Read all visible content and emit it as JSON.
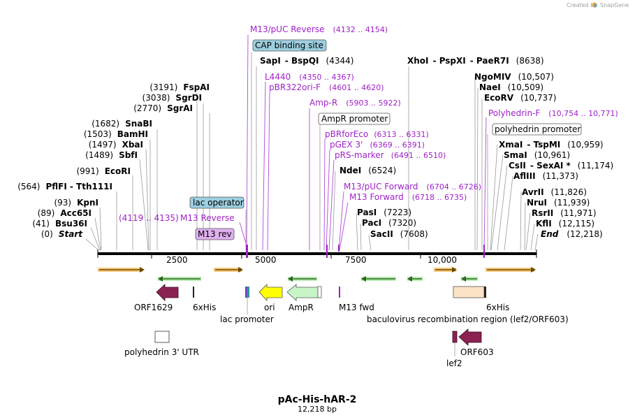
{
  "credit": {
    "text": "Created by",
    "brand": "SnapGene"
  },
  "plasmid": {
    "name": "pAc-His-hAR-2",
    "length_label": "12,218 bp"
  },
  "ruler": {
    "ticks": [
      "2500",
      "5000",
      "7500",
      "10,000"
    ]
  },
  "enzymes_left": [
    {
      "name": "FspAI",
      "pos": "(3191)"
    },
    {
      "name": "SgrDI",
      "pos": "(3038)"
    },
    {
      "name": "SgrAI",
      "pos": "(2770)"
    },
    {
      "name": "SnaBI",
      "pos": "(1682)"
    },
    {
      "name": "BamHI",
      "pos": "(1503)"
    },
    {
      "name": "XbaI",
      "pos": "(1497)"
    },
    {
      "name": "SbfI",
      "pos": "(1489)"
    },
    {
      "name": "EcoRI",
      "pos": "(991)"
    },
    {
      "name": "PflFI",
      "name2": "Tth111I",
      "pos": "(564)"
    },
    {
      "name": "KpnI",
      "pos": "(93)"
    },
    {
      "name": "Acc65I",
      "pos": "(89)"
    },
    {
      "name": "Bsu36I",
      "pos": "(41)"
    },
    {
      "name": "Start",
      "pos": "(0)"
    }
  ],
  "enzymes_mid": [
    {
      "name": "SapI",
      "name2": "BspQI",
      "pos": "(4344)"
    },
    {
      "name": "NdeI",
      "pos": "(6524)"
    },
    {
      "name": "PasI",
      "pos": "(7223)"
    },
    {
      "name": "PacI",
      "pos": "(7320)"
    },
    {
      "name": "SacII",
      "pos": "(7608)"
    }
  ],
  "enzymes_right": [
    {
      "name": "XhoI",
      "name2": "PspXI",
      "name3": "PaeR7I",
      "pos": "(8638)"
    },
    {
      "name": "NgoMIV",
      "pos": "(10,507)"
    },
    {
      "name": "NaeI",
      "pos": "(10,509)"
    },
    {
      "name": "EcoRV",
      "pos": "(10,737)"
    },
    {
      "name": "XmaI",
      "name2": "TspMI",
      "pos": "(10,959)"
    },
    {
      "name": "SmaI",
      "pos": "(10,961)"
    },
    {
      "name": "CsII",
      "name2": "SexAI *",
      "pos": "(11,174)"
    },
    {
      "name": "AflIII",
      "pos": "(11,373)"
    },
    {
      "name": "AvrII",
      "pos": "(11,826)"
    },
    {
      "name": "NruI",
      "pos": "(11,939)"
    },
    {
      "name": "RsrII",
      "pos": "(11,971)"
    },
    {
      "name": "KflI",
      "pos": "(12,115)"
    },
    {
      "name": "End",
      "pos": "(12,218)"
    }
  ],
  "primers": [
    {
      "name": "M13/pUC Reverse",
      "pos": "(4132 .. 4154)"
    },
    {
      "name": "L4440",
      "pos": "(4350 .. 4367)"
    },
    {
      "name": "pBR322ori-F",
      "pos": "(4601 .. 4620)"
    },
    {
      "name": "Amp-R",
      "pos": "(5903 .. 5922)"
    },
    {
      "name": "pBRforEco",
      "pos": "(6313 .. 6331)"
    },
    {
      "name": "pGEX 3'",
      "pos": "(6369 .. 6391)"
    },
    {
      "name": "pRS-marker",
      "pos": "(6491 .. 6510)"
    },
    {
      "name": "M13/pUC Forward",
      "pos": "(6704 .. 6726)"
    },
    {
      "name": "M13 Forward",
      "pos": "(6718 .. 6735)"
    },
    {
      "name": "Polyhedrin-F",
      "pos": "(10,754 .. 10,771)"
    },
    {
      "name": "M13 Reverse",
      "pos": "(4119 .. 4135)"
    }
  ],
  "boxed_features": {
    "cap_site": "CAP binding site",
    "lac_operator": "lac operator",
    "m13_rev": "M13 rev",
    "ampr_promoter": "AmpR promoter",
    "polyhedrin_promoter": "polyhedrin promoter"
  },
  "features": {
    "orf1629": "ORF1629",
    "his_left": "6xHis",
    "lac_promoter": "lac promoter",
    "ori": "ori",
    "ampr": "AmpR",
    "m13_fwd": "M13 fwd",
    "his_right": "6xHis",
    "baculo": "baculovirus recombination region (lef2/ORF603)",
    "utr": "polyhedrin 3' UTR",
    "orf603": "ORF603",
    "lef2": "lef2"
  },
  "colors": {
    "enzyme": "#000000",
    "primer": "#a020c8",
    "orf": "#8b2252",
    "ori": "#ffff00",
    "ampr": "#c8f5c8",
    "orange_arrow": "#f5a623",
    "green_arrow": "#4caf50",
    "label_box_blue": "#9ccfe0",
    "label_box_violet": "#e0b0f0",
    "baculo_fill": "#fde3c5"
  }
}
